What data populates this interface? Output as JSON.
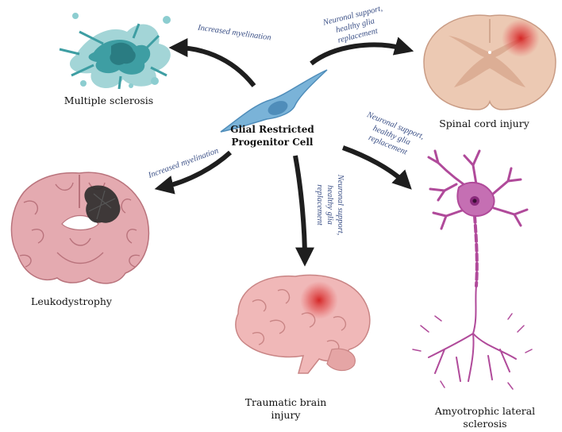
{
  "center": {
    "line1": "Glial Restricted",
    "line2": "Progenitor Cell"
  },
  "nodes": {
    "ms": "Multiple sclerosis",
    "sci": "Spinal cord injury",
    "leuko": "Leukodystrophy",
    "tbi_line1": "Traumatic brain",
    "tbi_line2": "injury",
    "als_line1": "Amyotrophic lateral",
    "als_line2": "sclerosis"
  },
  "arrows": {
    "to_ms": "Increased myelination",
    "to_leuko": "Increased myelination",
    "to_sci": [
      "Neuronal support,",
      "healthy glia",
      "replacement"
    ],
    "to_als": [
      "Neuronal support,",
      "healthy glia",
      "replacement"
    ],
    "to_tbi": [
      "Neuronal support,",
      "healthy glia",
      "replacement"
    ]
  },
  "colors": {
    "cell": "#7ab3d8",
    "ms": "#3e9ea3",
    "spinal": "#ecc9b3",
    "brain": "#e4aab0",
    "neuron": "#b04a9a",
    "lesion": "#d22a2a",
    "arrow": "#1e1e1e",
    "arrow_text": "#3a4f86"
  }
}
